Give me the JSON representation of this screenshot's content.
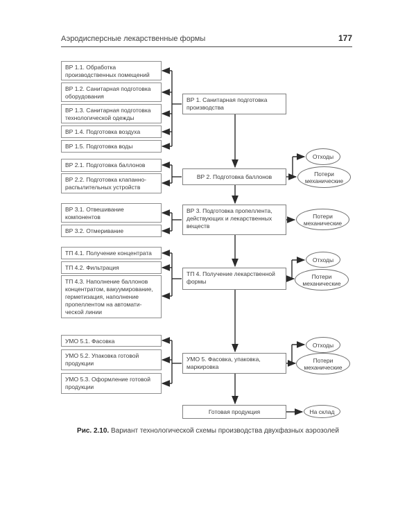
{
  "header": {
    "title": "Аэродисперсные лекарственные формы",
    "page_number": "177"
  },
  "diagram": {
    "left_boxes": {
      "vr11": "ВР 1.1. Обработка производственных помещений",
      "vr12": "ВР 1.2. Санитарная подготовка оборудования",
      "vr13": "ВР 1.3. Санитарная подготовка технологической одежды",
      "vr14": "ВР 1.4. Подготовка воздуха",
      "vr15": "ВР 1.5. Подготовка воды",
      "vr21": "ВР 2.1. Подготовка баллонов",
      "vr22": "ВР 2.2. Подготовка клапанно-распылительных устройств",
      "vr31": "ВР 3.1. Отвешивание компонентов",
      "vr32": "ВР 3.2. Отмеривание",
      "tp41": "ТП 4.1. Получение концентрата",
      "tp42": "ТП 4.2. Фильтрация",
      "tp43": "ТП 4.3. Наполнение баллонов концентратом, вакуумирование, герметизация, наполнение пропеллентом на автомати­ческой линии",
      "umo51": "УМО 5.1. Фасовка",
      "umo52": "УМО 5.2. Упаковка готовой продукции",
      "umo53": "УМО 5.3. Оформление готовой продукции"
    },
    "main_boxes": {
      "vr1": "ВР 1. Санитарная подготовка производства",
      "vr2": "ВР 2. Подготовка баллонов",
      "vr3": "ВР 3. Подготовка пропеллента, действующих и лекарственных веществ",
      "tp4": "ТП 4. Получение лекарственной формы",
      "umo5": "УМО 5. Фасовка, упаковка, маркировка",
      "final": "Готовая продукция"
    },
    "outputs": {
      "waste": "Отходы",
      "loss": "Потери механические",
      "to_warehouse": "На склад"
    },
    "colors": {
      "line": "#2b2b2b",
      "box_border": "#8d8d8d",
      "text": "#3c3c3c"
    }
  },
  "caption": {
    "label": "Рис. 2.10.",
    "text": "Вариант технологической схемы производства двухфазных аэрозолей"
  }
}
